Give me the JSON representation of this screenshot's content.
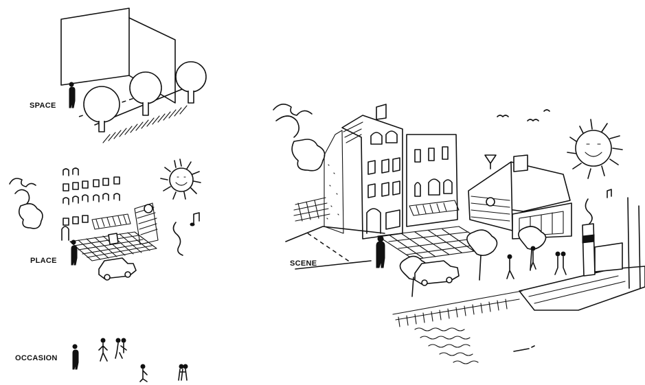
{
  "labels": {
    "space": "SPACE",
    "place": "PLACE",
    "occasion": "OCCASION",
    "scene": "SCENE"
  },
  "colors": {
    "ink": "#111111",
    "paper": "#ffffff"
  }
}
